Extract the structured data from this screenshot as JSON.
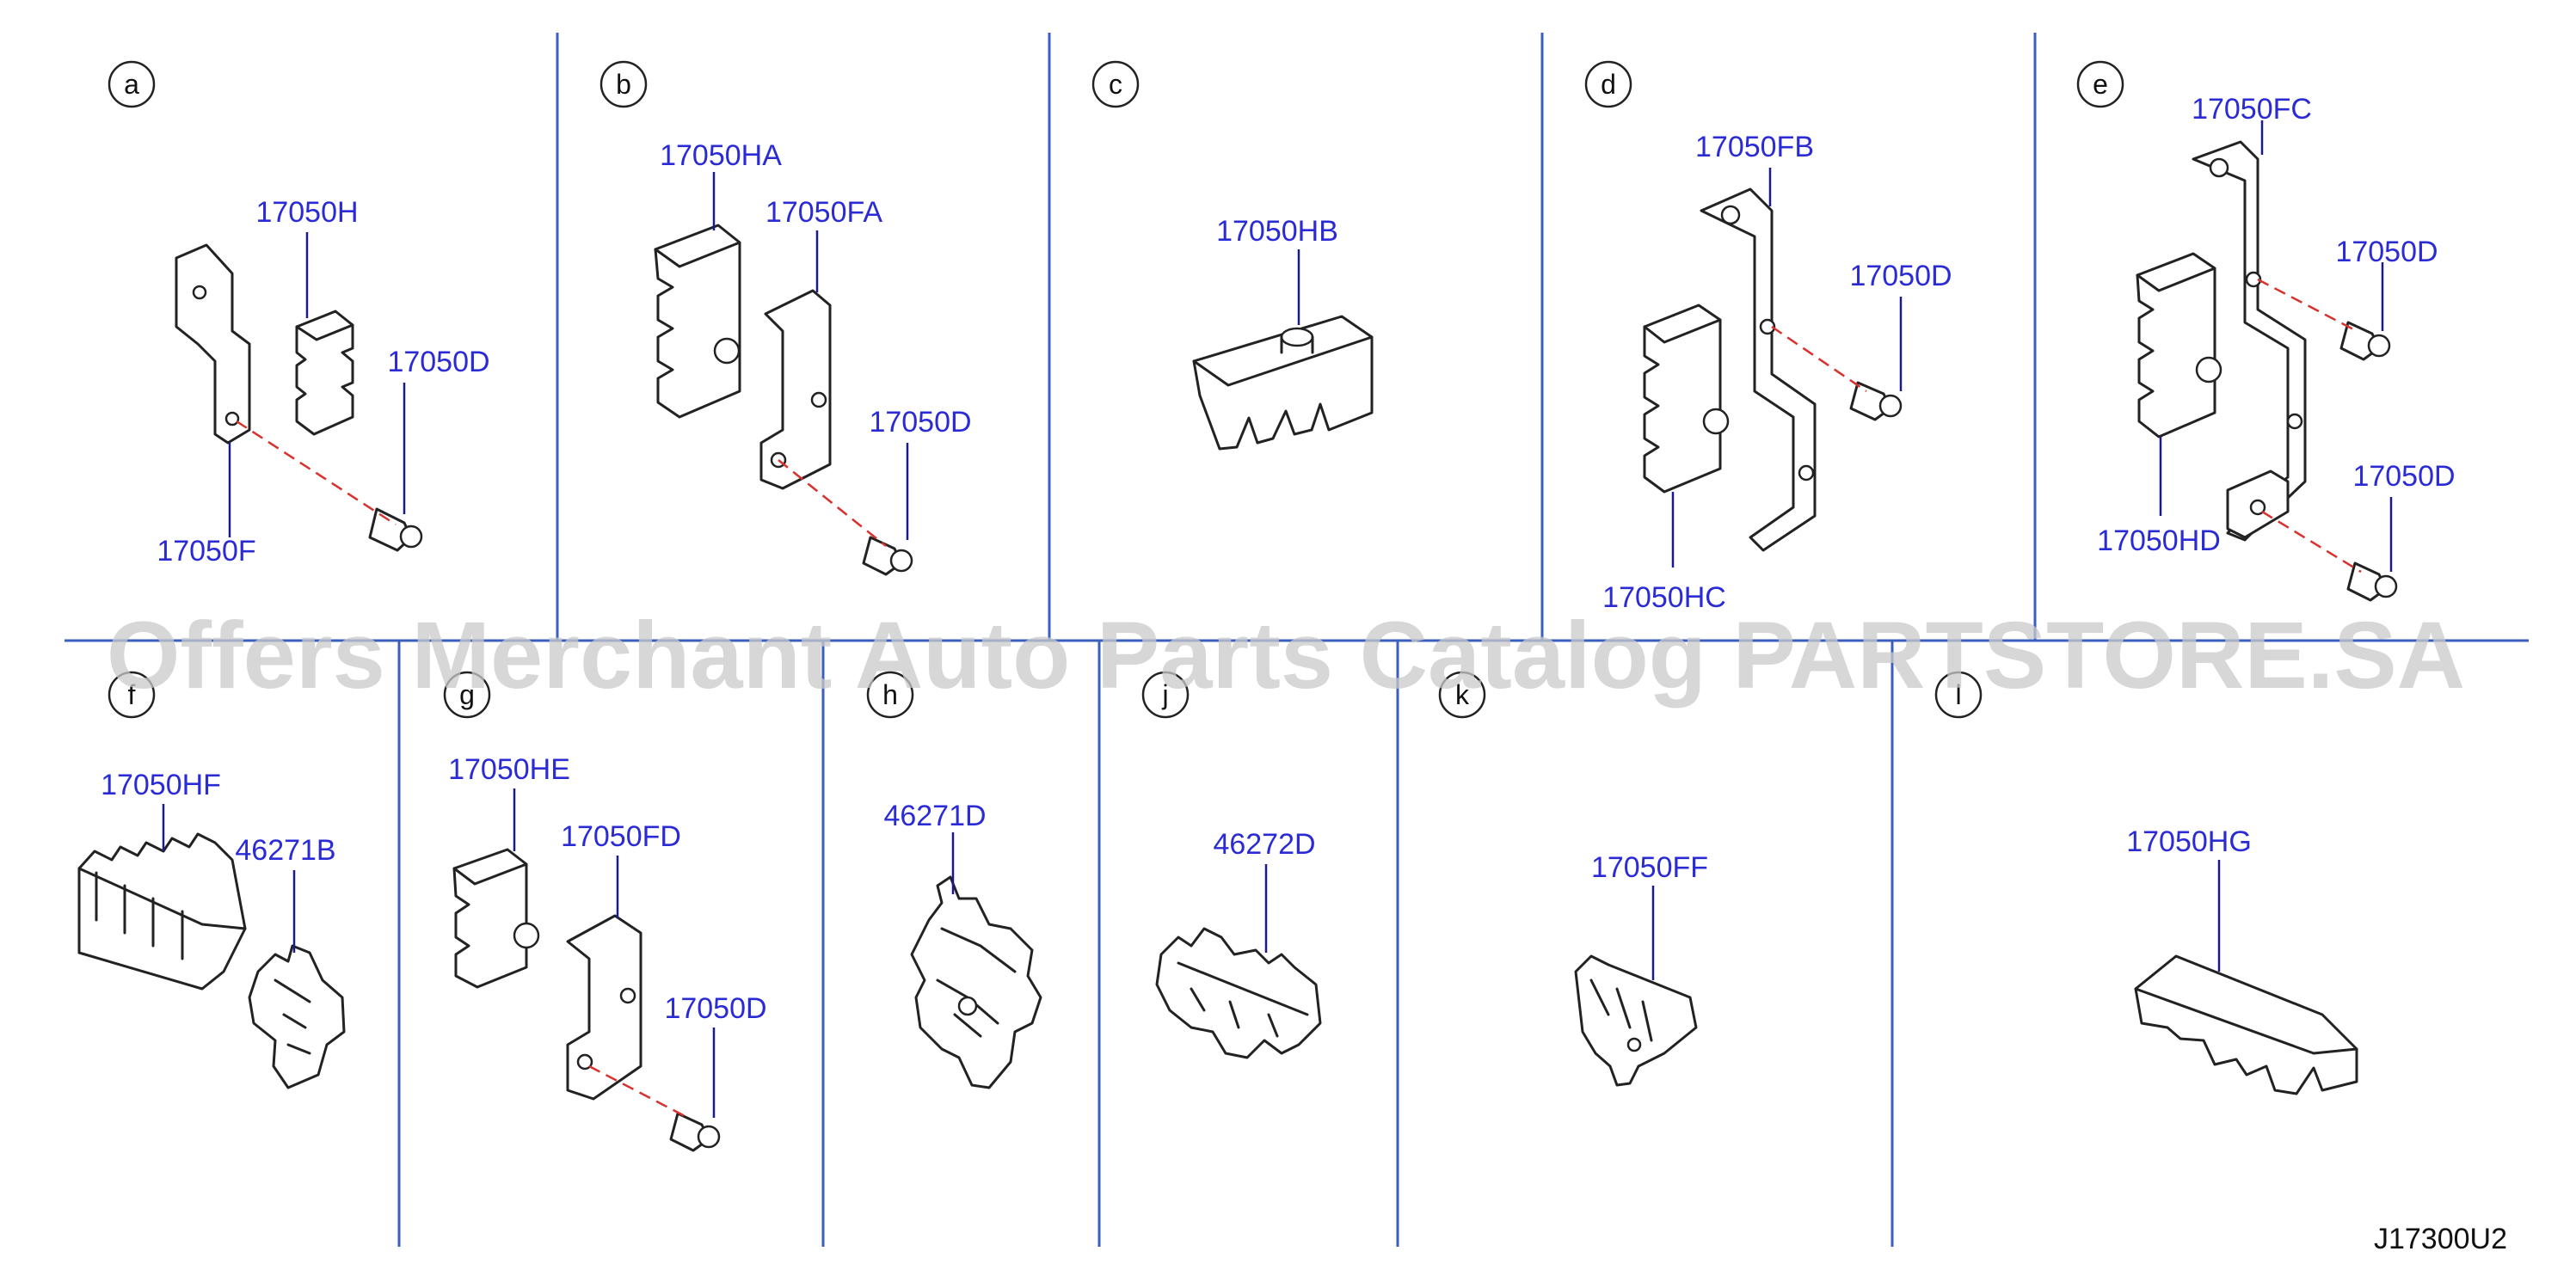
{
  "panels": {
    "a": {
      "letter": "a",
      "parts": {
        "p1": "17050H",
        "p2": "17050D",
        "p3": "17050F"
      }
    },
    "b": {
      "letter": "b",
      "parts": {
        "p1": "17050HA",
        "p2": "17050FA",
        "p3": "17050D"
      }
    },
    "c": {
      "letter": "c",
      "parts": {
        "p1": "17050HB"
      }
    },
    "d": {
      "letter": "d",
      "parts": {
        "p1": "17050FB",
        "p2": "17050D",
        "p3": "17050HC"
      }
    },
    "e": {
      "letter": "e",
      "parts": {
        "p1": "17050FC",
        "p2": "17050D",
        "p3": "17050D",
        "p4": "17050HD"
      }
    },
    "f": {
      "letter": "f",
      "parts": {
        "p1": "17050HF",
        "p2": "46271B"
      }
    },
    "g": {
      "letter": "g",
      "parts": {
        "p1": "17050HE",
        "p2": "17050FD",
        "p3": "17050D"
      }
    },
    "h": {
      "letter": "h",
      "parts": {
        "p1": "46271D"
      }
    },
    "j": {
      "letter": "j",
      "parts": {
        "p1": "46272D"
      }
    },
    "k": {
      "letter": "k",
      "parts": {
        "p1": "17050FF"
      }
    },
    "l": {
      "letter": "l",
      "parts": {
        "p1": "17050HG"
      }
    }
  },
  "watermark": "Offers Merchant Auto Parts Catalog PARTSTORE.SA",
  "diagram_code": "J17300U2",
  "colors": {
    "divider": "#3b5fbf",
    "part_number": "#2b2bd6",
    "leader": "#1a1a8a",
    "fastener_path": "#d8322f",
    "watermark": "#c9c9c9"
  }
}
